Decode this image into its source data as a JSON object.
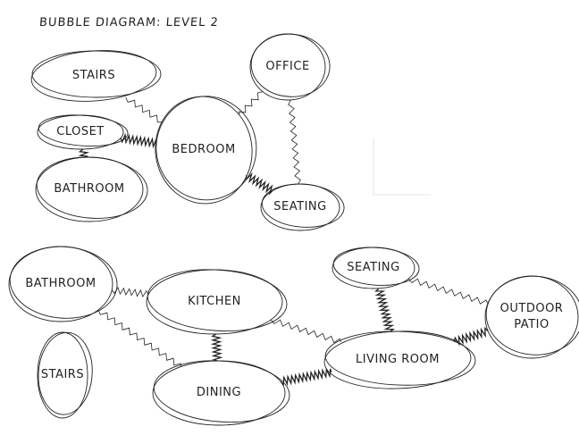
{
  "title": "BUBBLE DIAGRAM: LEVEL 2",
  "nodes": [
    {
      "id": "stairs_top",
      "label": "STAIRS"
    },
    {
      "id": "office",
      "label": "OFFICE"
    },
    {
      "id": "closet",
      "label": "CLOSET"
    },
    {
      "id": "bedroom",
      "label": "BEDROOM"
    },
    {
      "id": "bathroom_top",
      "label": "BATHROOM"
    },
    {
      "id": "seating_top",
      "label": "SEATING"
    },
    {
      "id": "bathroom_bottom",
      "label": "BATHROOM"
    },
    {
      "id": "kitchen",
      "label": "KITCHEN"
    },
    {
      "id": "seating_bottom",
      "label": "SEATING"
    },
    {
      "id": "outdoor_patio",
      "label": "OUTDOOR PATIO"
    },
    {
      "id": "stairs_bottom",
      "label": "STAIRS"
    },
    {
      "id": "dining",
      "label": "DINING"
    },
    {
      "id": "living_room",
      "label": "LIVING ROOM"
    }
  ],
  "connections": [
    {
      "from": "stairs_top",
      "to": "bedroom",
      "strength": "weak"
    },
    {
      "from": "office",
      "to": "bedroom",
      "strength": "weak"
    },
    {
      "from": "office",
      "to": "seating_top",
      "strength": "weak"
    },
    {
      "from": "closet",
      "to": "bedroom",
      "strength": "strong"
    },
    {
      "from": "closet",
      "to": "bathroom_top",
      "strength": "strong"
    },
    {
      "from": "bedroom",
      "to": "seating_top",
      "strength": "strong"
    },
    {
      "from": "bathroom_bottom",
      "to": "kitchen",
      "strength": "medium"
    },
    {
      "from": "bathroom_bottom",
      "to": "dining",
      "strength": "weak"
    },
    {
      "from": "kitchen",
      "to": "dining",
      "strength": "strong"
    },
    {
      "from": "kitchen",
      "to": "living_room",
      "strength": "weak"
    },
    {
      "from": "dining",
      "to": "living_room",
      "strength": "strong"
    },
    {
      "from": "seating_bottom",
      "to": "living_room",
      "strength": "strong"
    },
    {
      "from": "seating_bottom",
      "to": "outdoor_patio",
      "strength": "weak"
    },
    {
      "from": "outdoor_patio",
      "to": "living_room",
      "strength": "strong"
    }
  ],
  "colors": {
    "ink": "#222222",
    "paper": "#ffffff"
  }
}
